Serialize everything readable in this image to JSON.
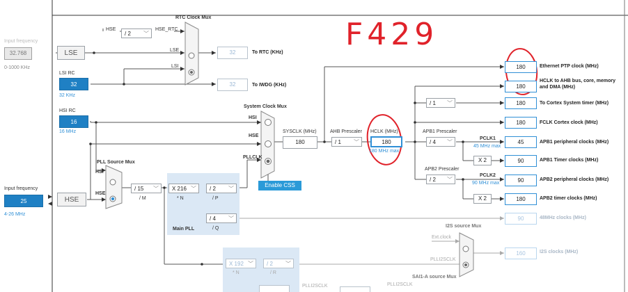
{
  "input_freq_label_1": "Input frequency",
  "lse_input_value": "32.768",
  "lse_range": "0-1000 KHz",
  "lse_label": "LSE",
  "lsi_rc_label": "LSI RC",
  "lsi_value": "32",
  "lsi_unit": "32 KHz",
  "hsi_rc_label": "HSI RC",
  "hsi_value": "16",
  "hsi_unit": "16 MHz",
  "input_freq_label_2": "Input frequency",
  "hse_input_value": "25",
  "hse_range": "4-26 MHz",
  "hse_label": "HSE",
  "rtc_mux_title": "RTC Clock Mux",
  "rtc_in_hse": "HSE",
  "rtc_div": "/ 2",
  "rtc_hse_rtc": "HSE_RTC",
  "rtc_in_lse": "LSE",
  "rtc_in_lsi": "LSI",
  "to_rtc_value": "32",
  "to_rtc_label": "To RTC (KHz)",
  "to_iwdg_value": "32",
  "to_iwdg_label": "To IWDG (KHz)",
  "sys_mux_title": "System Clock Mux",
  "sys_in_hsi": "HSI",
  "sys_in_hse": "HSE",
  "sys_in_pllclk": "PLLCLK",
  "enable_css": "Enable CSS",
  "sysclk_label": "SYSCLK (MHz)",
  "sysclk_value": "180",
  "ahb_label": "AHB Prescaler",
  "ahb_value": "/ 1",
  "hclk_label": "HCLK (MHz)",
  "hclk_value": "180",
  "hclk_max": "180 MHz max",
  "apb1_label": "APB1 Prescaler",
  "apb1_value": "/ 4",
  "pclk1_label": "PCLK1",
  "pclk1_max": "45 MHz max",
  "apb1_x2": "X 2",
  "apb2_label": "APB2 Prescaler",
  "apb2_value": "/ 2",
  "pclk2_label": "PCLK2",
  "pclk2_max": "90 MHz max",
  "apb2_x2": "X 2",
  "cortex_div": "/ 1",
  "pll_src_title": "PLL Source Mux",
  "pll_in_hsi": "HSI",
  "pll_in_hse": "HSE",
  "pll_m_value": "/ 15",
  "pll_m_label": "/ M",
  "pll_n_value": "X 216",
  "pll_n_label": "* N",
  "pll_p_value": "/ 2",
  "pll_p_label": "/ P",
  "pll_q_value": "/ 4",
  "pll_q_label": "/ Q",
  "main_pll_label": "Main PLL",
  "i2s_mux_title": "I2S source Mux",
  "i2s_ext": "Ext.clock",
  "i2s_plli2sclk": "PLLI2SCLK",
  "plli2s_n_value": "X 192",
  "plli2s_n_label": "* N",
  "plli2s_r_value": "/ 2",
  "plli2s_r_label": "/ R",
  "sai_mux_title": "SAI1-A source Mux",
  "plli2sclk_bottom_1": "PLLI2SCLK",
  "plli2sclk_bottom_2": "PLLI2SCLK",
  "outputs": [
    {
      "value": "180",
      "label": "Ethernet PTP clock (MHz)"
    },
    {
      "value": "180",
      "label": "HCLK to AHB bus, core, memory and DMA (MHz)"
    },
    {
      "value": "180",
      "label": "To Cortex System timer (MHz)"
    },
    {
      "value": "180",
      "label": "FCLK Cortex clock (MHz)"
    },
    {
      "value": "45",
      "label": "APB1 peripheral clocks (MHz)"
    },
    {
      "value": "90",
      "label": "APB1 Timer clocks (MHz)"
    },
    {
      "value": "90",
      "label": "APB2 peripheral clocks (MHz)"
    },
    {
      "value": "180",
      "label": "APB2 timer clocks (MHz)"
    },
    {
      "value": "90",
      "label": "48MHz clocks (MHz)"
    },
    {
      "value": "160",
      "label": "I2S clocks (MHz)"
    }
  ],
  "handwritten_note": "F429",
  "colors": {
    "accent": "#2f8fd6",
    "oscillator": "#1f80c4",
    "pll_panel": "#dbe8f5",
    "annotation": "#e0222a"
  }
}
